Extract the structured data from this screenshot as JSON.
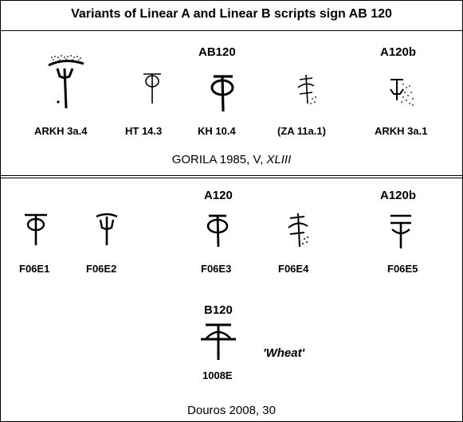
{
  "title": "Variants of Linear A and Linear B scripts sign AB 120",
  "section1": {
    "heading_ab": "AB120",
    "heading_a": "A120b",
    "labels": [
      "ARKH 3a.4",
      "HT 14.3",
      "KH 10.4",
      "(ZA 11a.1)",
      "ARKH 3a.1"
    ],
    "source_main": "GORILA 1985, V, ",
    "source_italic": "XLIII"
  },
  "section2": {
    "heading_a120": "A120",
    "heading_a120b": "A120b",
    "labels": [
      "F06E1",
      "F06E2",
      "F06E3",
      "F06E4",
      "F06E5"
    ],
    "heading_b120": "B120",
    "b_label": "1008E",
    "meaning": "'Wheat'",
    "source": "Douros 2008, 30"
  }
}
